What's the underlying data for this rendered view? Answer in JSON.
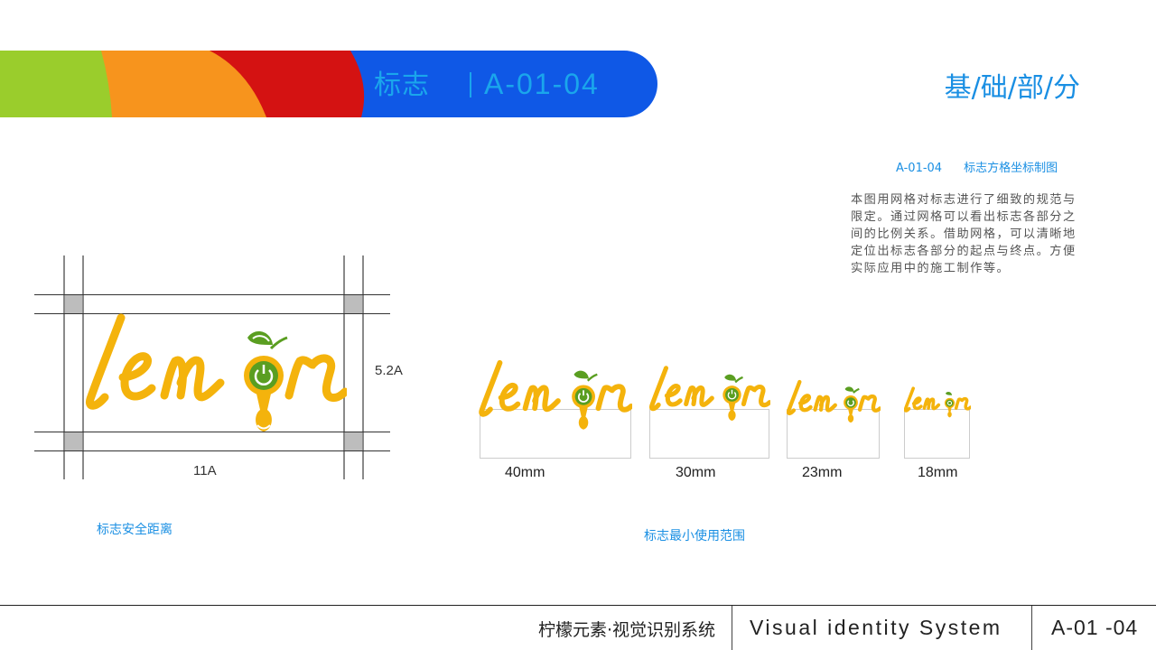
{
  "header": {
    "band_title": "标志",
    "band_code": "A-01-04",
    "section_title": "基/础/部/分",
    "colors": {
      "green": "#9acd2c",
      "orange": "#f7941d",
      "red": "#d41212",
      "blue": "#0f58e6",
      "title_text": "#1aa6ec"
    }
  },
  "description": {
    "code": "A-01-04",
    "title": "标志方格坐标制图",
    "body": "本图用网格对标志进行了细致的规范与限定。通过网格可以看出标志各部分之间的比例关系。借助网格，可以清晰地定位出标志各部分的起点与终点。方便实际应用中的施工制作等。"
  },
  "safety_diagram": {
    "logo_text": "lemon",
    "height_label": "5.2A",
    "width_label": "11A",
    "caption": "标志安全距离"
  },
  "min_size": {
    "caption": "标志最小使用范围",
    "items": [
      {
        "logo_text": "lemon",
        "label": "40mm"
      },
      {
        "logo_text": "lemon",
        "label": "30mm"
      },
      {
        "logo_text": "lemon",
        "label": "23mm"
      },
      {
        "logo_text": "lemon",
        "label": "18mm"
      }
    ]
  },
  "footer": {
    "cn_title": "柠檬元素·视觉识别系统",
    "en_title": "Visual identity System",
    "page_code": "A-01 -04"
  },
  "brand_colors": {
    "lemon_yellow": "#f4b30c",
    "leaf_green": "#5a9e21"
  }
}
